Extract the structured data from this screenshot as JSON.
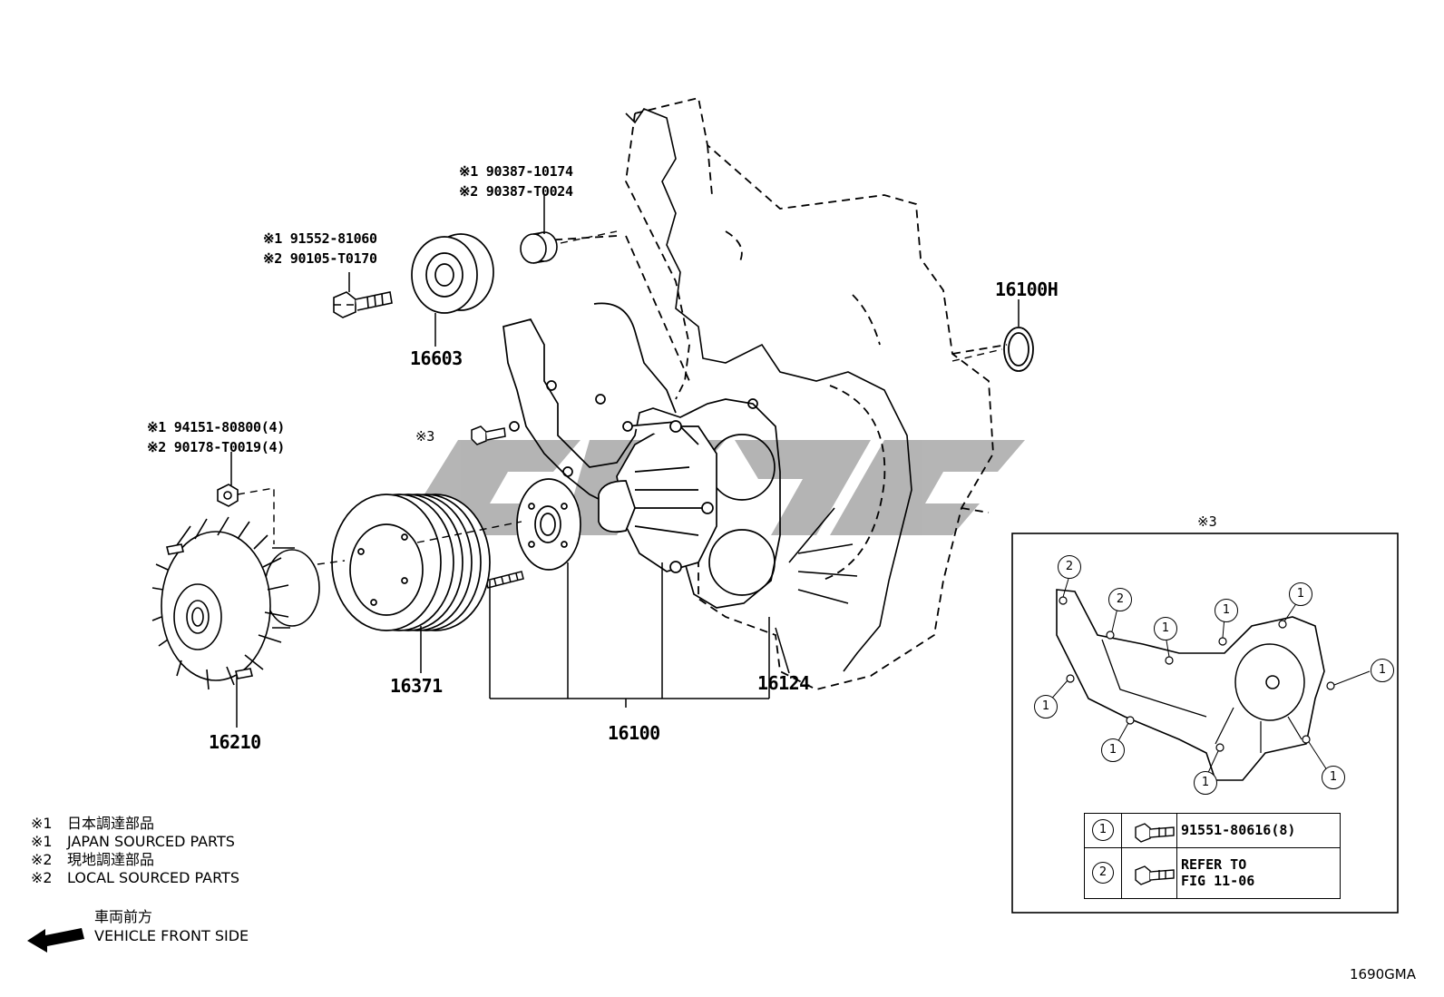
{
  "callouts": {
    "c_90387": {
      "line1": "※1 90387-10174",
      "line2": "※2 90387-T0024"
    },
    "c_91552": {
      "line1": "※1 91552-81060",
      "line2": "※2 90105-T0170"
    },
    "c_94151": {
      "line1": "※1 94151-80800(4)",
      "line2": "※2 90178-T0019(4)"
    },
    "c_mark3": "※3"
  },
  "parts": {
    "p16603": "16603",
    "p16100H": "16100H",
    "p16371": "16371",
    "p16210": "16210",
    "p16100": "16100",
    "p16124": "16124"
  },
  "inset": {
    "title": "※3",
    "circle_labels": {
      "one": "1",
      "two": "2"
    },
    "table": [
      {
        "num": "1",
        "value_line1": "91551-80616(8)",
        "value_line2": ""
      },
      {
        "num": "2",
        "value_line1": "REFER TO",
        "value_line2": "FIG 11-06"
      }
    ]
  },
  "legend": {
    "rows": [
      {
        "mark": "※1",
        "text": "日本調達部品"
      },
      {
        "mark": "※1",
        "text": "JAPAN SOURCED PARTS"
      },
      {
        "mark": "※2",
        "text": "現地調達部品"
      },
      {
        "mark": "※2",
        "text": "LOCAL SOURCED PARTS"
      }
    ]
  },
  "front": {
    "line1": "車両前方",
    "line2": "VEHICLE FRONT SIDE"
  },
  "figure_code": "1690GMA"
}
